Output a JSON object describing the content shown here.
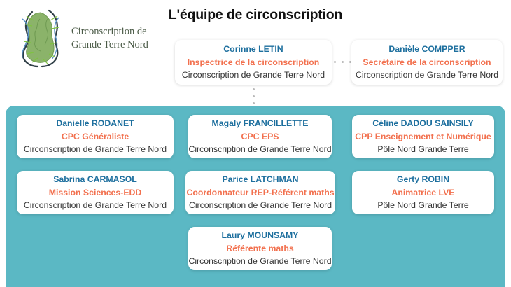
{
  "title": "L'équipe de circonscription",
  "logo": {
    "icon": "grande-terre-island-icon",
    "line1": "Circonscription de",
    "line2": "Grande Terre Nord"
  },
  "colors": {
    "panel_teal": "#5bb8c4",
    "name_blue": "#1d6f9e",
    "role_coral": "#f2704e",
    "place_gray": "#333333",
    "dot_gray": "#b9b9b9",
    "logo_green": "#7cab5e",
    "logo_blue": "#5b93c7",
    "logo_dark": "#2f3e46"
  },
  "leadership": [
    {
      "name": "Corinne LETIN",
      "role": "Inspectrice de la circonscription",
      "place": "Circonscription de Grande Terre Nord"
    },
    {
      "name": "Danièle COMPPER",
      "role": "Secrétaire de la circonscription",
      "place": "Circonscription de Grande Terre Nord"
    }
  ],
  "team": [
    {
      "name": "Danielle RODANET",
      "role": "CPC Généraliste",
      "place": "Circonscription de Grande Terre Nord"
    },
    {
      "name": "Magaly FRANCILLETTE",
      "role": "CPC EPS",
      "place": "Circonscription de Grande Terre Nord"
    },
    {
      "name": "Céline DADOU SAINSILY",
      "role": "CPP Enseignement et Numérique",
      "place": "Pôle Nord Grande Terre"
    },
    {
      "name": "Sabrina CARMASOL",
      "role": "Mission Sciences-EDD",
      "place": "Circonscription de Grande Terre Nord"
    },
    {
      "name": "Parice LATCHMAN",
      "role": "Coordonnateur REP-Référent maths",
      "place": "Circonscription de Grande Terre Nord"
    },
    {
      "name": "Gerty ROBIN",
      "role": "Animatrice LVE",
      "place": "Pôle Nord Grande Terre"
    },
    {
      "name": "Laury MOUNSAMY",
      "role": "Référente maths",
      "place": "Circonscription de Grande Terre Nord"
    }
  ],
  "connectors": {
    "horizontal_dots": 4,
    "vertical_dots": 3
  }
}
